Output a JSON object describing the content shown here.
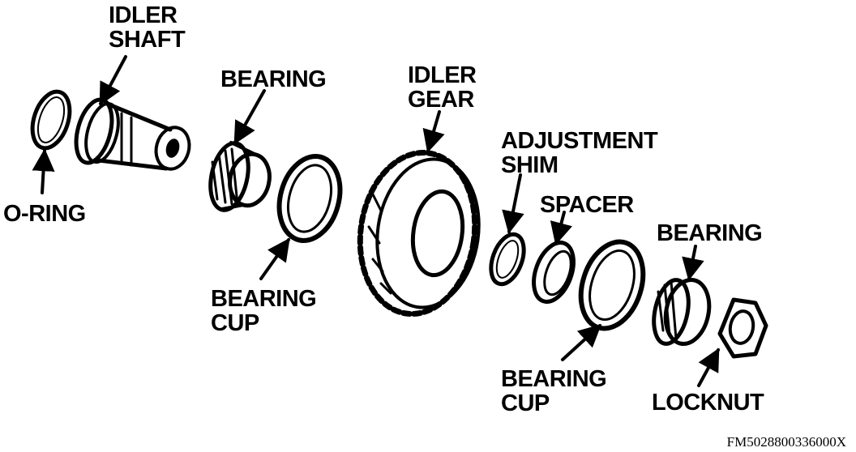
{
  "labels": {
    "idler_shaft": [
      "IDLER",
      "SHAFT"
    ],
    "o_ring": "O-RING",
    "bearing_left": "BEARING",
    "bearing_cup_left": [
      "BEARING",
      "CUP"
    ],
    "idler_gear": [
      "IDLER",
      "GEAR"
    ],
    "adjustment_shim": [
      "ADJUSTMENT",
      "SHIM"
    ],
    "spacer": "SPACER",
    "bearing_right": "BEARING",
    "bearing_cup_right": [
      "BEARING",
      "CUP"
    ],
    "locknut": "LOCKNUT"
  },
  "figure_id": "FM5028800336000X"
}
